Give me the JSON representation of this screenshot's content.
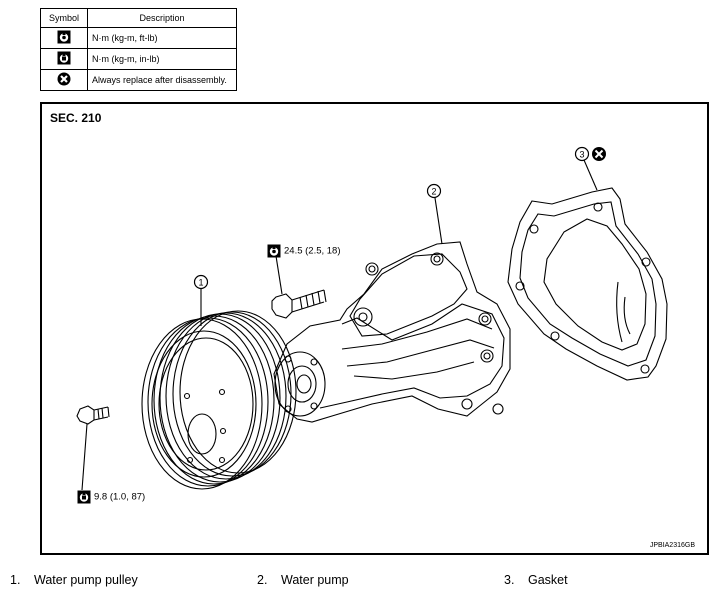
{
  "legend": {
    "header_symbol": "Symbol",
    "header_description": "Description",
    "rows": [
      {
        "icon": "torque-ftlb-icon",
        "description": "N·m (kg-m, ft-lb)"
      },
      {
        "icon": "torque-inlb-icon",
        "description": "N·m (kg-m, in-lb)"
      },
      {
        "icon": "replace-icon",
        "description": "Always replace after disassembly."
      }
    ]
  },
  "figure": {
    "section": "SEC. 210",
    "figure_id": "JPBIA2316GB",
    "part_markers": [
      "1",
      "2",
      "3"
    ],
    "torque_bolt_upper": "24.5 (2.5, 18)",
    "torque_bolt_lower": "9.8 (1.0, 87)"
  },
  "captions": [
    {
      "number": "1.",
      "label": "Water pump pulley"
    },
    {
      "number": "2.",
      "label": "Water pump"
    },
    {
      "number": "3.",
      "label": "Gasket"
    }
  ]
}
